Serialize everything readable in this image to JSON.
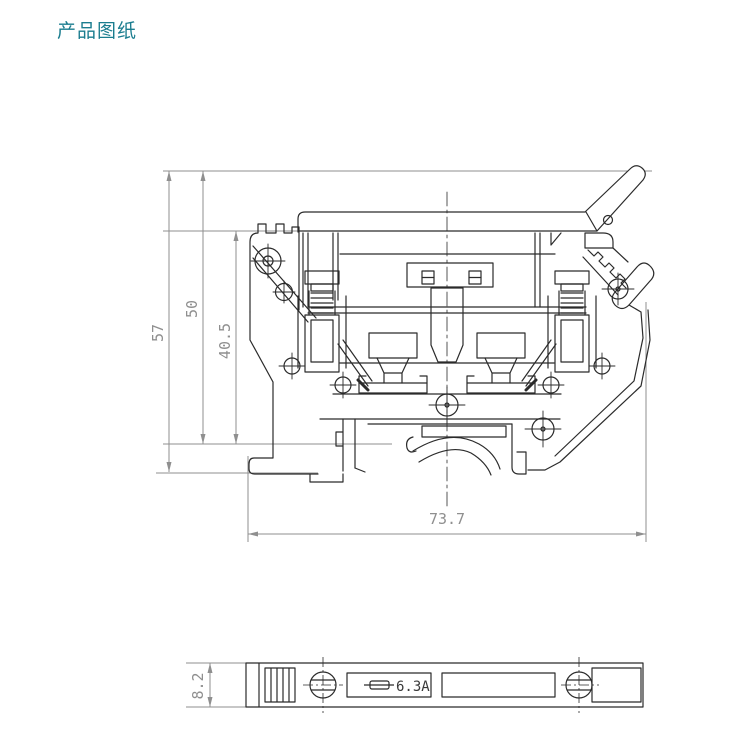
{
  "title": "产品图纸",
  "colors": {
    "title": "#1b7d8f",
    "drawing_line": "#2b2b2b",
    "dimension_line": "#8f8f8f",
    "background": "#ffffff"
  },
  "front_view": {
    "description": "cross-section of DIN-rail fuse terminal block",
    "dim_total_height": "57",
    "dim_height_mid": "50",
    "dim_height_inner": "40.5",
    "dim_total_width": "73.7"
  },
  "top_view": {
    "description": "top view of terminal block strip",
    "dim_height": "8.2",
    "fuse_rating": "6.3A"
  }
}
